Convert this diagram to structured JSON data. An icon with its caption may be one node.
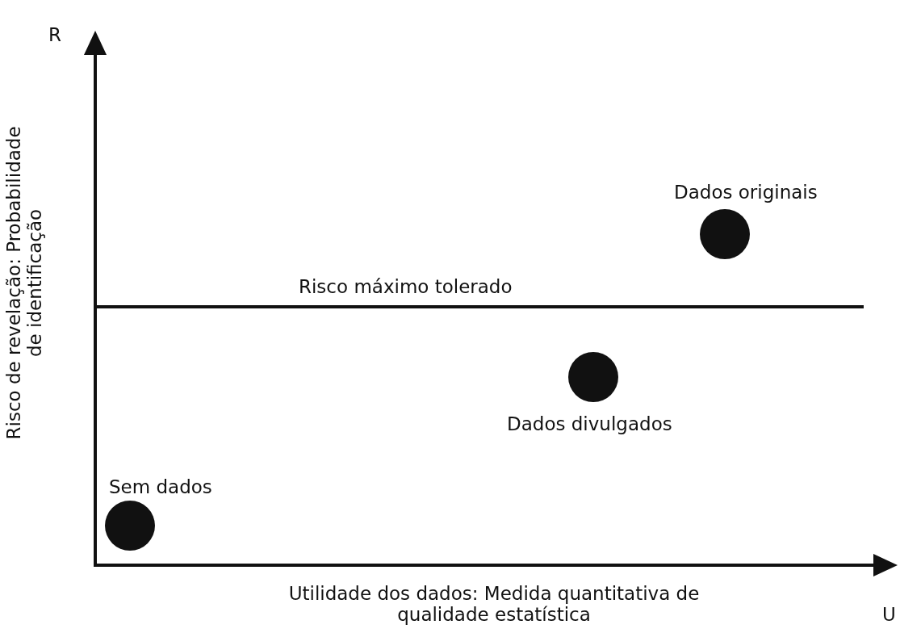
{
  "diagram": {
    "nodes": [
      {
        "text": [],
        "shape": "circle",
        "beside": [
          "Dados originais"
        ]
      },
      {
        "text": [],
        "shape": "circle",
        "beside": [
          "Dados divulgados"
        ]
      },
      {
        "text": [],
        "shape": "circle",
        "beside": [
          "Sem dados"
        ]
      }
    ],
    "edges": [],
    "labels": [
      "R",
      "Risco de revelação: Probabilidade de identificação",
      "Risco máximo tolerado",
      "Utilidade dos dados: Medida quantitativa de qualidade estatística",
      "U"
    ]
  }
}
